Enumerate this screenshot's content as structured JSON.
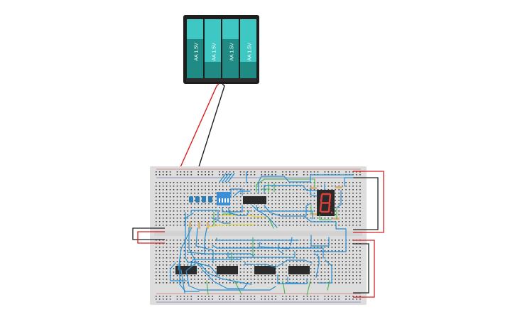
{
  "battery": {
    "cells": [
      "AA 1.5V",
      "AA 1.5V",
      "AA 1.5V",
      "AA 1.5V"
    ]
  },
  "chips": {
    "decoder": "",
    "gates": [
      "",
      "",
      "",
      ""
    ]
  },
  "display": {
    "digit": "8"
  },
  "colors": {
    "battery_case": "#1e1e1e",
    "battery_cell_dark": "#1f8b84",
    "battery_cell_light": "#3fc7c3",
    "breadboard": "#dddddd",
    "wire_red": "#d62020",
    "wire_black": "#222222",
    "wire_blue": "#2a8fd0",
    "wire_green": "#44b54a",
    "wire_yellow": "#e7d84a",
    "seven_segment": "#e0403a",
    "chip": "#2b2b2b"
  }
}
